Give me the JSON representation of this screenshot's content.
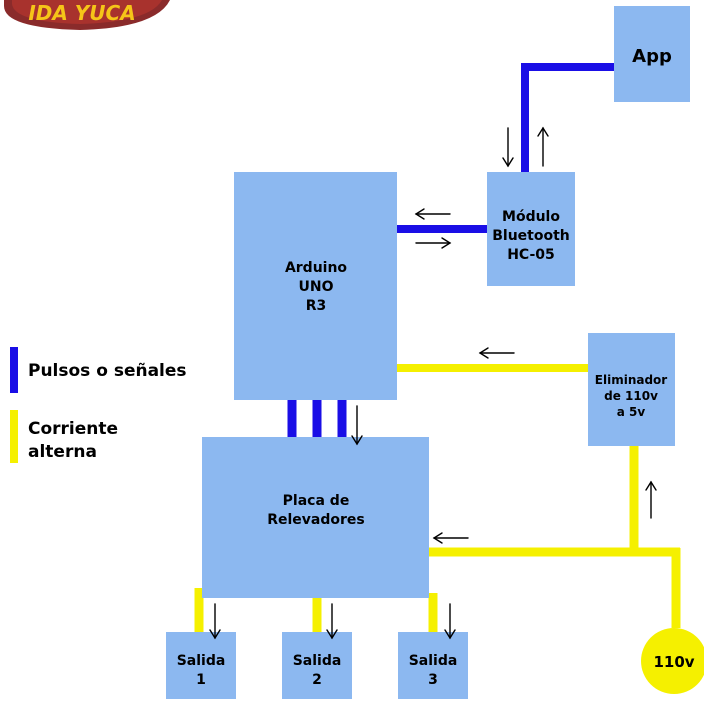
{
  "logo": {
    "text": "IDA YUCA",
    "ring_color": "#8a2b2b",
    "text_color": "#f5c518"
  },
  "colors": {
    "box_fill": "#8cb8f0",
    "signal": "#1a0ee6",
    "current": "#f5f000",
    "arrow": "#000000"
  },
  "nodes": {
    "app": {
      "lines": [
        "App"
      ]
    },
    "bluetooth": {
      "lines": [
        "Módulo",
        "Bluetooth",
        "HC-05"
      ]
    },
    "arduino": {
      "lines": [
        "Arduino",
        "UNO",
        "R3"
      ]
    },
    "eliminador": {
      "lines": [
        "Eliminador",
        "de 110v",
        "a 5v"
      ]
    },
    "placa": {
      "lines": [
        "Placa de",
        "Relevadores"
      ]
    },
    "salida1": {
      "lines": [
        "Salida",
        "1"
      ]
    },
    "salida2": {
      "lines": [
        "Salida",
        "2"
      ]
    },
    "salida3": {
      "lines": [
        "Salida",
        "3"
      ]
    },
    "supply": {
      "lines": [
        "110v"
      ]
    }
  },
  "legend": {
    "signals": {
      "label": "Pulsos o señales"
    },
    "current": {
      "line1": "Corriente",
      "line2": "alterna"
    }
  }
}
